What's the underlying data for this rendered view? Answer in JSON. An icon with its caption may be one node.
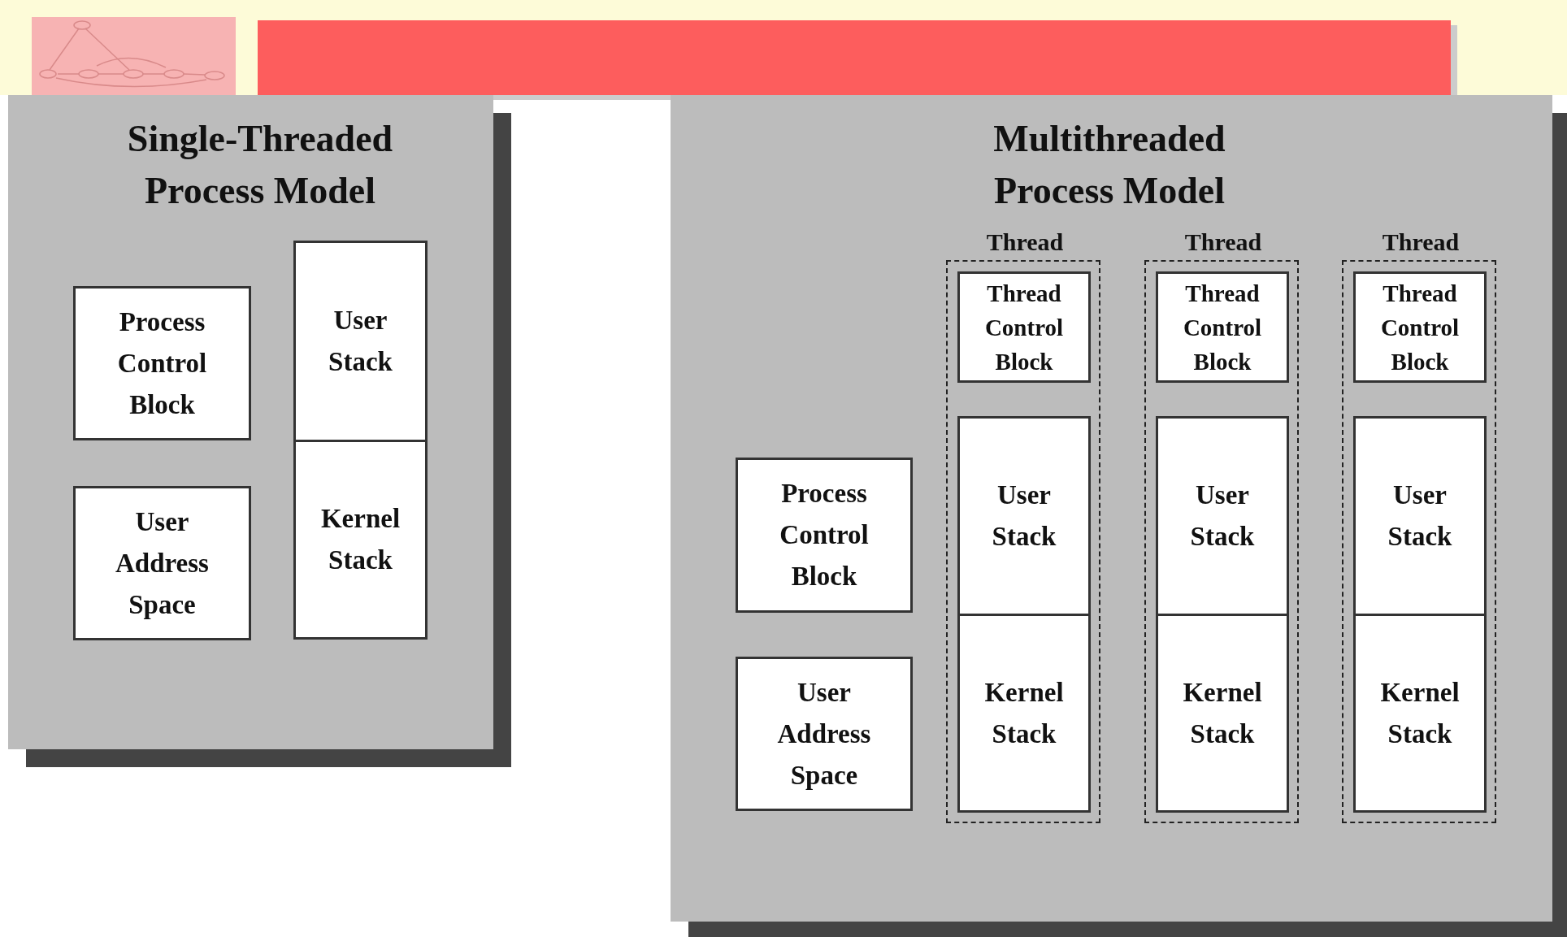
{
  "diagram": {
    "nodes": [
      {
        "text": [],
        "shape": "picture"
      },
      {
        "text": [],
        "shape": "bar"
      },
      {
        "text": [
          "Single-Threaded Process Model"
        ]
      },
      {
        "text": [
          "Process Control Block"
        ],
        "in": 2
      },
      {
        "text": [
          "User Address Space"
        ],
        "in": 2
      },
      {
        "text": [
          "User Stack"
        ],
        "in": 2
      },
      {
        "text": [
          "Kernel Stack"
        ],
        "in": 2
      },
      {
        "text": [
          "Multithreaded Process Model"
        ]
      },
      {
        "text": [
          "Process Control Block"
        ],
        "in": 7
      },
      {
        "text": [
          "User Address Space"
        ],
        "in": 7
      },
      {
        "text": [
          "Thread"
        ],
        "in": 7
      },
      {
        "text": [
          "Thread Control Block"
        ],
        "in": 10
      },
      {
        "text": [
          "User Stack"
        ],
        "in": 10
      },
      {
        "text": [
          "Kernel Stack"
        ],
        "in": 10
      },
      {
        "text": [
          "Thread"
        ],
        "in": 7
      },
      {
        "text": [
          "Thread Control Block"
        ],
        "in": 14
      },
      {
        "text": [
          "User Stack"
        ],
        "in": 14
      },
      {
        "text": [
          "Kernel Stack"
        ],
        "in": 14
      },
      {
        "text": [
          "Thread"
        ],
        "in": 7
      },
      {
        "text": [
          "Thread Control Block"
        ],
        "in": 18
      },
      {
        "text": [
          "User Stack"
        ],
        "in": 18
      },
      {
        "text": [
          "Kernel Stack"
        ],
        "in": 18
      }
    ]
  }
}
